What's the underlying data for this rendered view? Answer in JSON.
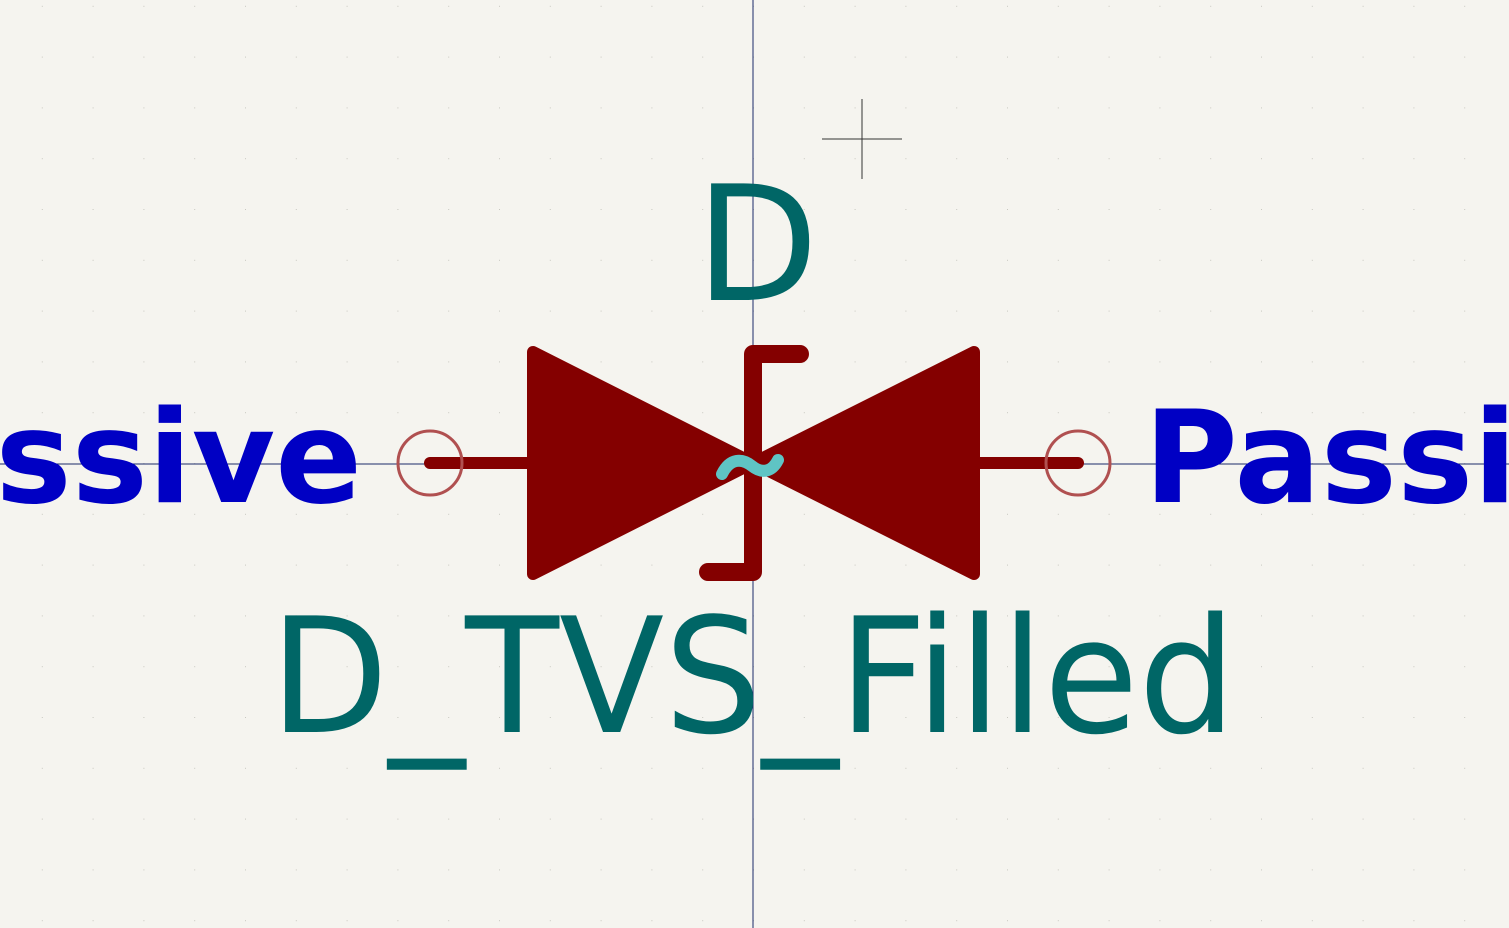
{
  "symbol": {
    "reference": "D",
    "value": "D_TVS_Filled",
    "pin_left_type": "Passive",
    "pin_right_type": "Passive",
    "anchor_glyph": "~"
  },
  "colors": {
    "background": "#f5f4ef",
    "grid_dot": "#c8c8c0",
    "body": "#840000",
    "pin_circle": "#b05050",
    "field_text": "#006666",
    "pin_type_text": "#0000c4",
    "axis": "#1a2a6a",
    "cursor": "#333333",
    "anchor": "#5fc4c4"
  },
  "icons": [
    "crosshair-cursor-icon",
    "pin-end-circle-icon"
  ]
}
